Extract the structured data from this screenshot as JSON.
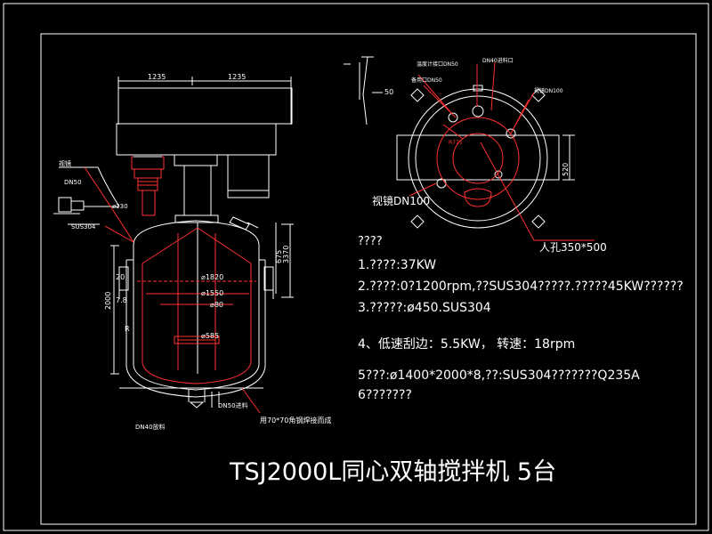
{
  "colors": {
    "background": "#000000",
    "frame": "#ffffff",
    "machine": "#ffffff",
    "inner": "#ff3030",
    "dimension": "#ffffff",
    "leader": "#ff3030",
    "notes": "#ffffff"
  },
  "front_view": {
    "dims": {
      "left_width": "1235",
      "right_width": "1235",
      "d_outer": "⌀1820",
      "d_mid": "⌀1550",
      "d_shaft": "⌀80",
      "d_low": "⌀585",
      "height_total": "3370",
      "height_body": "2000",
      "h_top": "675",
      "left_a": "7.8",
      "left_b": "20",
      "radius": "R"
    },
    "labels": {
      "sight": "视镜",
      "port_top": "DN50",
      "port_side": "⌀230",
      "port_small": "SUS304",
      "drain": "DN40放料",
      "outlet": "DN50进料"
    },
    "leader_note": "用70*70角钢焊接而成"
  },
  "top_view": {
    "labels": {
      "port_a": "温度计接口DN50",
      "port_b": "DN40进料口",
      "port_c": "备用口DN50",
      "port_d": "视镜DN100",
      "port_e": "视镜DN100",
      "manhole": "人孔350*500",
      "dim_side": "520",
      "angle": "50",
      "r_label": "R775"
    }
  },
  "notes": [
    "????",
    "1.????:37KW",
    "2.????:0?1200rpm,??SUS304?????.?????45KW??????",
    "3.?????:ø450.SUS304",
    "4、低速刮边：5.5KW，  转速：18rpm",
    "5???:ø1400*2000*8,??:SUS304???????Q235A",
    "6???????"
  ],
  "title": "TSJ2000L同心双轴搅拌机  5台"
}
